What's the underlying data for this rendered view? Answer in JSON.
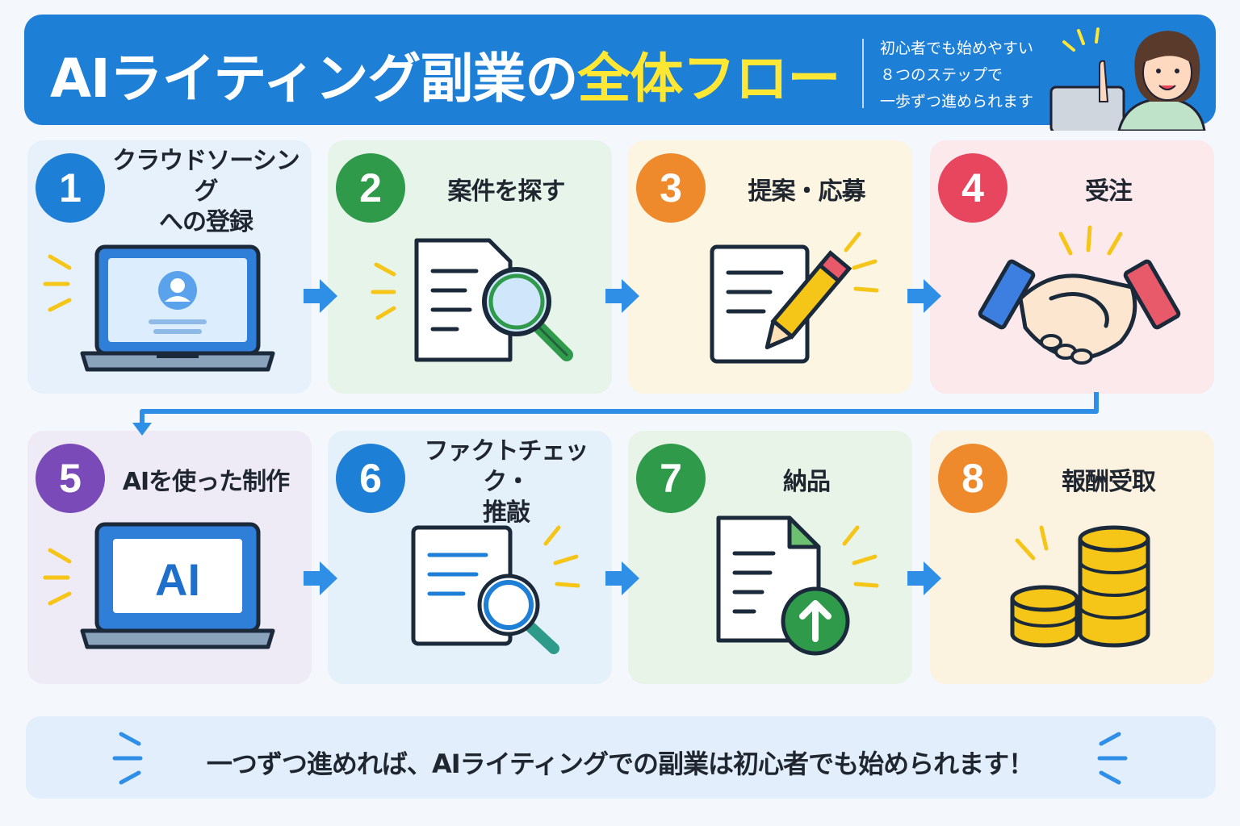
{
  "header": {
    "title_main": "AIライティング副業の",
    "title_highlight": "全体フロー",
    "subtext": [
      "初心者でも始めやすい",
      "８つのステップで",
      "一歩ずつ進められます"
    ]
  },
  "steps": [
    {
      "number": "1",
      "label": "クラウドソーシング\nへの登録",
      "icon": "laptop-profile-icon"
    },
    {
      "number": "2",
      "label": "案件を探す",
      "icon": "document-search-icon"
    },
    {
      "number": "3",
      "label": "提案・応募",
      "icon": "document-pencil-icon"
    },
    {
      "number": "4",
      "label": "受注",
      "icon": "handshake-icon"
    },
    {
      "number": "5",
      "label": "AIを使った制作",
      "icon": "laptop-ai-icon"
    },
    {
      "number": "6",
      "label": "ファクトチェック・\n推敲",
      "icon": "document-magnifier-icon"
    },
    {
      "number": "7",
      "label": "納品",
      "icon": "document-upload-icon"
    },
    {
      "number": "8",
      "label": "報酬受取",
      "icon": "coins-icon"
    }
  ],
  "laptop_ai_text": "AI",
  "footer": {
    "text_before": "一つずつ進めれば、",
    "text_highlight": "AIライティングでの副業は初心者",
    "text_after": "でも始められます！"
  },
  "colors": {
    "banner": "#1e7fd6",
    "title_highlight": "#ffe733",
    "step_circles": [
      "#1e7fd6",
      "#2e9a4a",
      "#ef8a2c",
      "#e8465e",
      "#7a4bb8",
      "#1e7fd6",
      "#2e9a4a",
      "#ef8a2c"
    ],
    "card_backgrounds": [
      "#e6f1fb",
      "#e7f4ea",
      "#fbf5e2",
      "#fbe9ec",
      "#eeebf7",
      "#e4f1fb",
      "#e8f4e8",
      "#fcf2e0"
    ]
  }
}
